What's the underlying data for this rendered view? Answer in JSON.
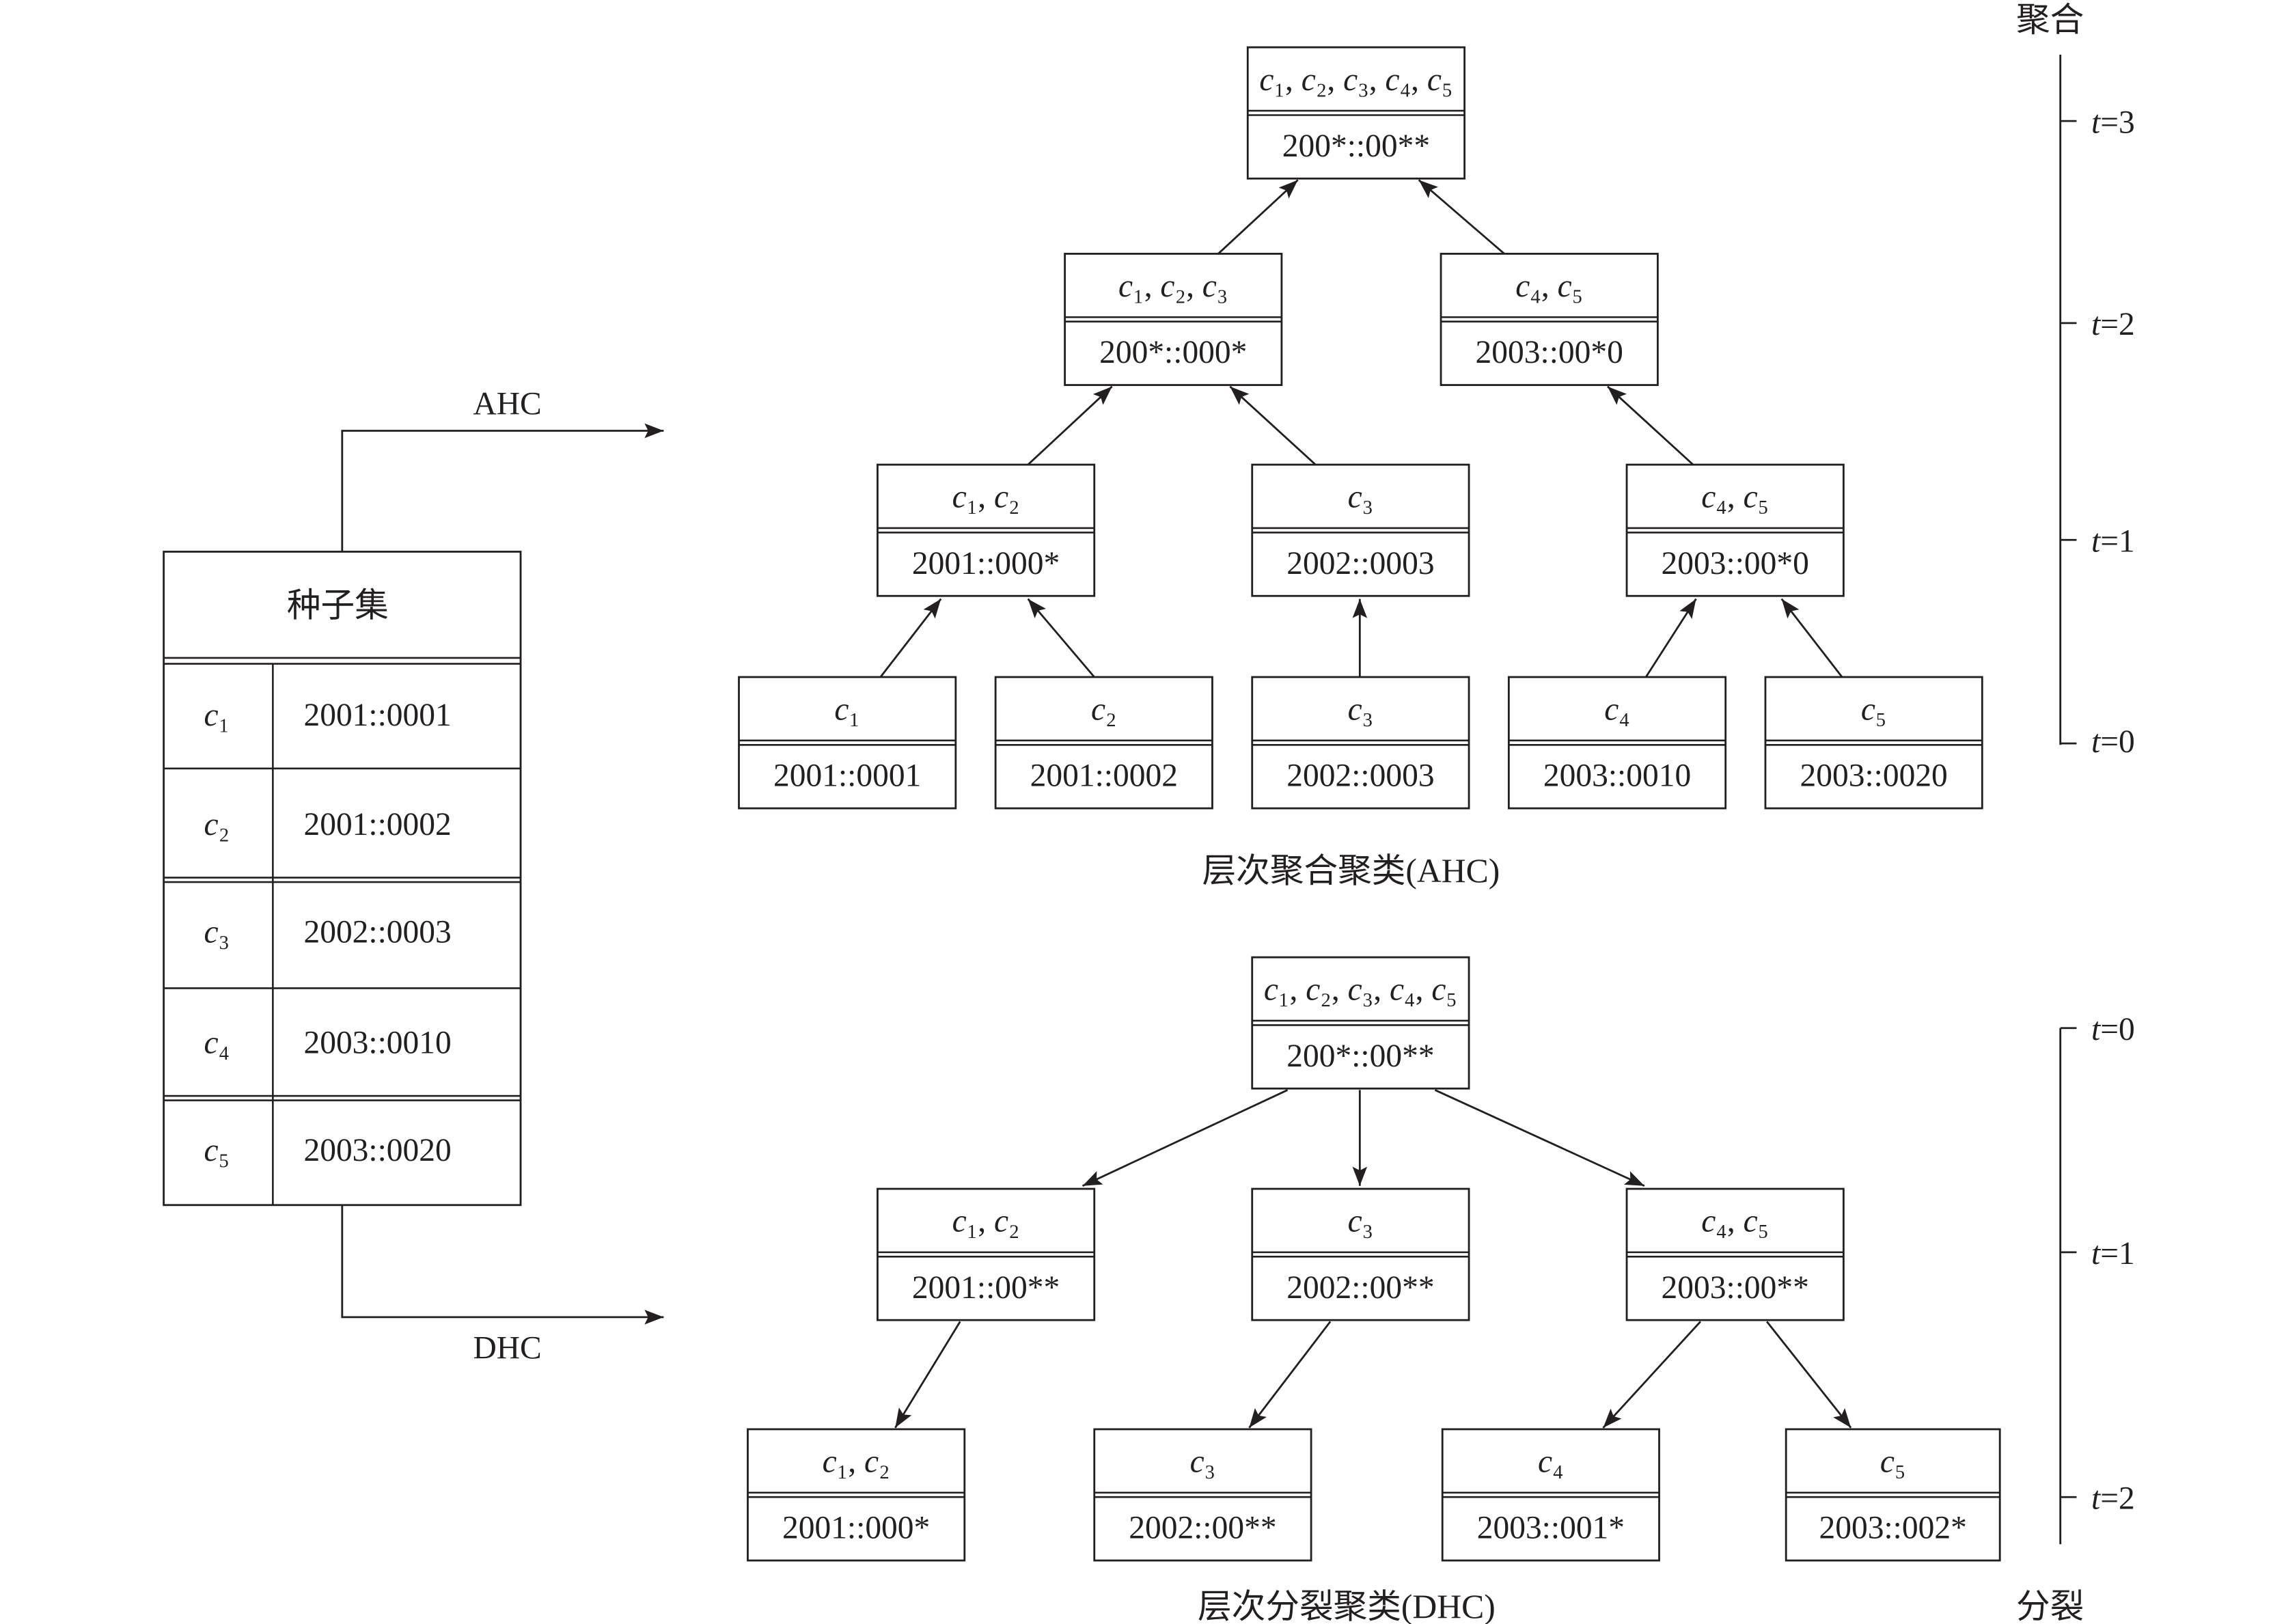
{
  "seed_set": {
    "title": "种子集",
    "rows": [
      {
        "id": "c₁",
        "address": "2001::0001"
      },
      {
        "id": "c₂",
        "address": "2001::0002"
      },
      {
        "id": "c₃",
        "address": "2002::0003"
      },
      {
        "id": "c₄",
        "address": "2003::0010"
      },
      {
        "id": "c₅",
        "address": "2003::0020"
      }
    ]
  },
  "flow": {
    "ahc_label": "AHC",
    "dhc_label": "DHC"
  },
  "ahc": {
    "caption": "层次聚合聚类(AHC)",
    "axis": {
      "title": "聚合",
      "ticks": [
        "t=3",
        "t=2",
        "t=1",
        "t=0"
      ]
    },
    "nodes": [
      {
        "members": "c₁, c₂, c₃, c₄, c₅",
        "prefix": "200*::00**"
      },
      {
        "members": "c₁, c₂, c₃",
        "prefix": "200*::000*"
      },
      {
        "members": "c₄, c₅",
        "prefix": "2003::00*0"
      },
      {
        "members": "c₁, c₂",
        "prefix": "2001::000*"
      },
      {
        "members": "c₃",
        "prefix": "2002::0003"
      },
      {
        "members": "c₄, c₅",
        "prefix": "2003::00*0"
      },
      {
        "members": "c₁",
        "prefix": "2001::0001"
      },
      {
        "members": "c₂",
        "prefix": "2001::0002"
      },
      {
        "members": "c₃",
        "prefix": "2002::0003"
      },
      {
        "members": "c₄",
        "prefix": "2003::0010"
      },
      {
        "members": "c₅",
        "prefix": "2003::0020"
      }
    ]
  },
  "dhc": {
    "caption": "层次分裂聚类(DHC)",
    "axis": {
      "title": "分裂",
      "ticks": [
        "t=0",
        "t=1",
        "t=2"
      ]
    },
    "nodes": [
      {
        "members": "c₁, c₂, c₃, c₄, c₅",
        "prefix": "200*::00**"
      },
      {
        "members": "c₁, c₂",
        "prefix": "2001::00**"
      },
      {
        "members": "c₃",
        "prefix": "2002::00**"
      },
      {
        "members": "c₄, c₅",
        "prefix": "2003::00**"
      },
      {
        "members": "c₁, c₂",
        "prefix": "2001::000*"
      },
      {
        "members": "c₃",
        "prefix": "2002::00**"
      },
      {
        "members": "c₄",
        "prefix": "2003::001*"
      },
      {
        "members": "c₅",
        "prefix": "2003::002*"
      }
    ]
  },
  "colors": {
    "ink": "#231f20",
    "background": "#ffffff"
  }
}
